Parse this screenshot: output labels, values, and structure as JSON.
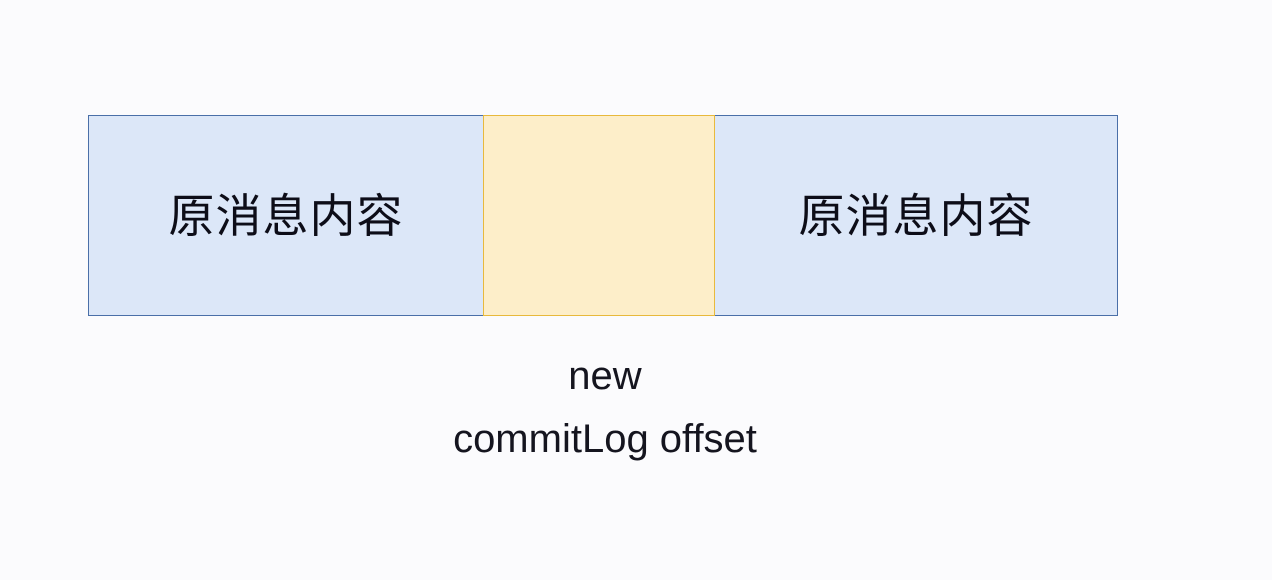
{
  "diagram": {
    "type": "commitlog-segment-layout",
    "background_color": "#fbfbfd",
    "segments": [
      {
        "name": "original-message-left",
        "label": "原消息内容",
        "fill_color": "#dce7f8",
        "border_color": "#4a6fa8"
      },
      {
        "name": "new-message-middle",
        "label": "",
        "fill_color": "#fdeec9",
        "border_color": "#e8b93c"
      },
      {
        "name": "original-message-right",
        "label": "原消息内容",
        "fill_color": "#dce7f8",
        "border_color": "#4a6fa8"
      }
    ],
    "caption": {
      "line1": "new",
      "line2": "commitLog offset",
      "text_color": "#15151f"
    }
  }
}
